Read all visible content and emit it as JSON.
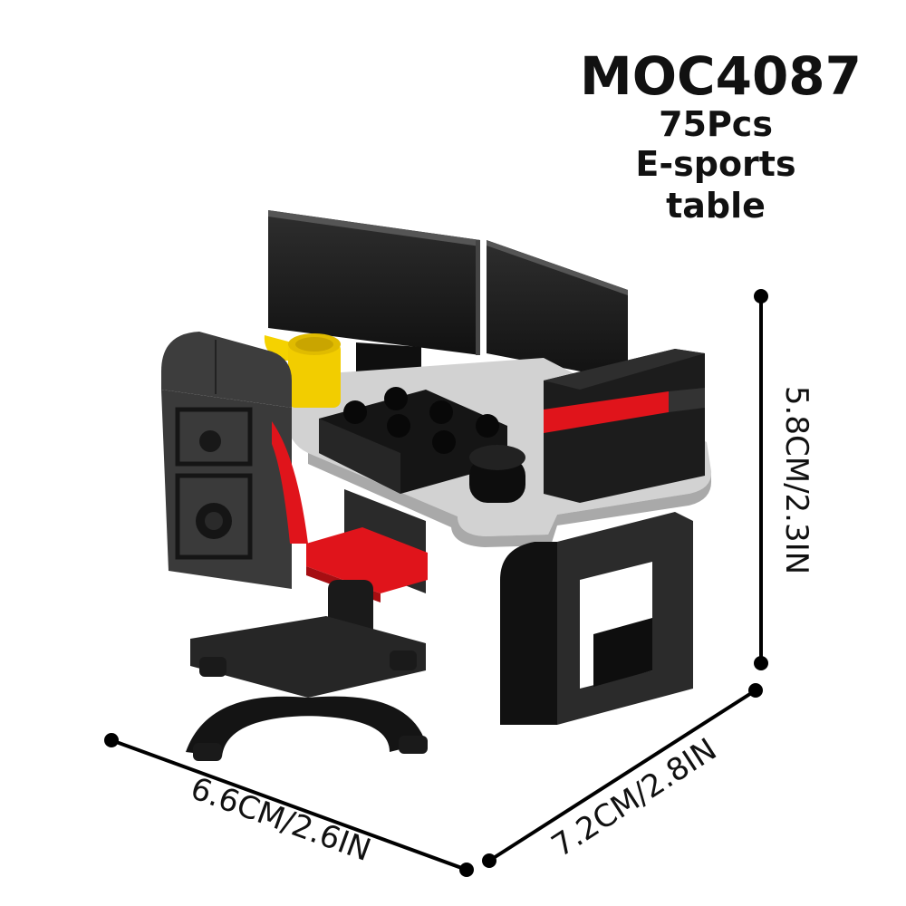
{
  "product": {
    "model": "MOC4087",
    "piece_count": "75Pcs",
    "name": "E-sports table"
  },
  "dimensions": {
    "height": "5.8CM/2.3IN",
    "width": "6.6CM/2.6IN",
    "depth": "7.2CM/2.8IN"
  },
  "colors": {
    "black": "#1a1a1a",
    "dark_gray": "#3c3c3c",
    "light_gray": "#c9c9c9",
    "red": "#e0141b",
    "yellow": "#f5d200"
  }
}
